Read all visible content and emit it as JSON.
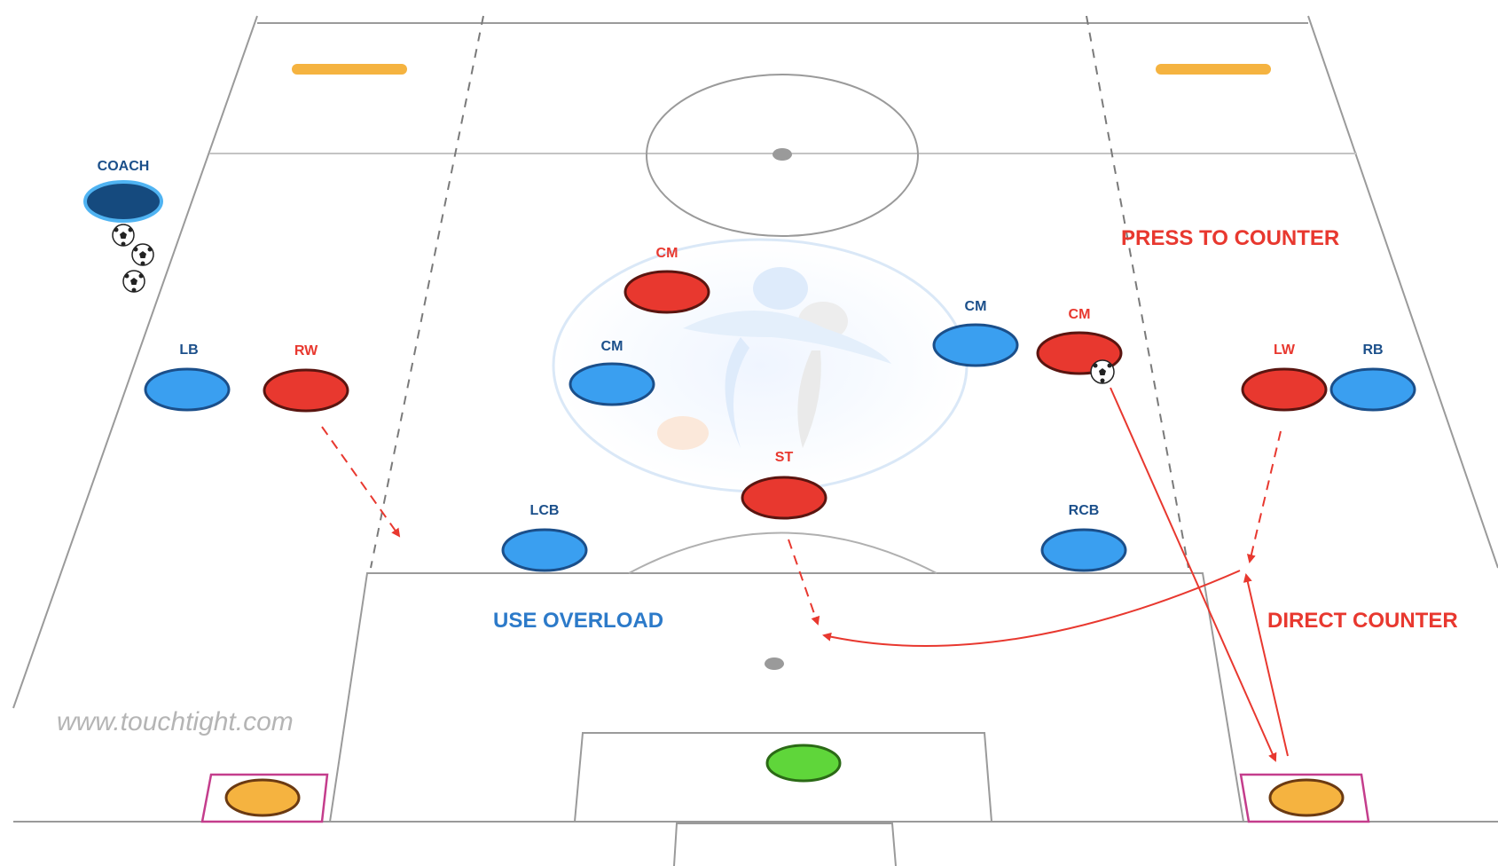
{
  "watermark": "www.touchtight.com",
  "annotations": {
    "press_to_counter": "PRESS TO COUNTER",
    "direct_counter": "DIRECT COUNTER",
    "use_overload": "USE OVERLOAD"
  },
  "coach": {
    "label": "COACH"
  },
  "blue_team": {
    "color": "#3a9ff0",
    "label_color": "#1b4f8a",
    "players": [
      {
        "id": "lb",
        "label": "LB"
      },
      {
        "id": "cm-left",
        "label": "CM"
      },
      {
        "id": "cm-right",
        "label": "CM"
      },
      {
        "id": "rb",
        "label": "RB"
      },
      {
        "id": "lcb",
        "label": "LCB"
      },
      {
        "id": "rcb",
        "label": "RCB"
      }
    ]
  },
  "red_team": {
    "color": "#e8382f",
    "label_color": "#e8382f",
    "players": [
      {
        "id": "rw",
        "label": "RW"
      },
      {
        "id": "cm-top",
        "label": "CM"
      },
      {
        "id": "cm-ball",
        "label": "CM"
      },
      {
        "id": "lw",
        "label": "LW"
      },
      {
        "id": "st",
        "label": "ST"
      }
    ]
  },
  "colors": {
    "goal_bar": "#f5b340",
    "target_player": "#f5b340",
    "goalkeeper": "#5fd63a",
    "coach": "#154a7e",
    "lines": "#9a9a9a",
    "target_box": "#c43d8c"
  }
}
